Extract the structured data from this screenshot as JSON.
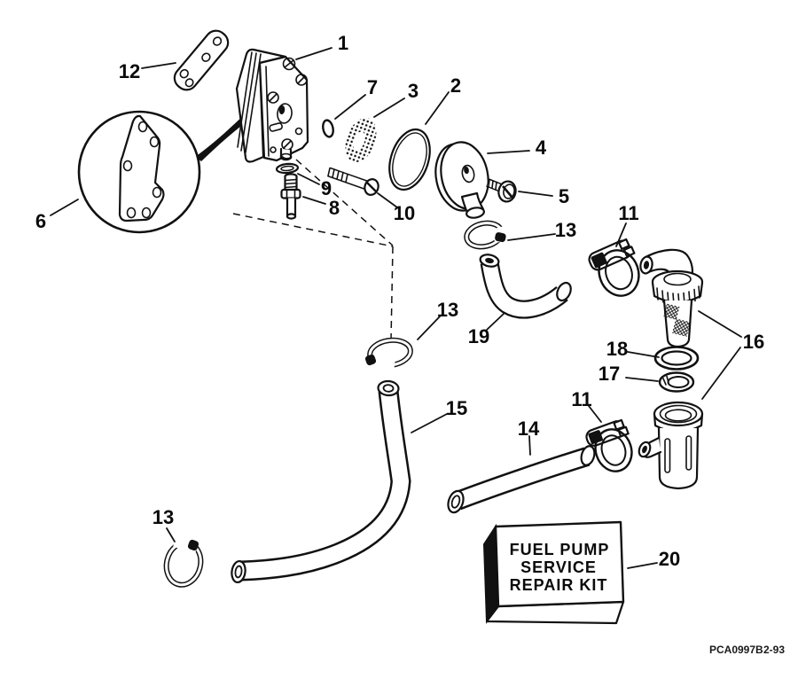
{
  "callouts": {
    "pump": "1",
    "gasket_ring": "2",
    "screen": "3",
    "cover": "4",
    "cover_screw": "5",
    "gasket_detail": "6",
    "oring_small": "7",
    "inlet_fitting": "8",
    "oring_outlet": "9",
    "mount_bolt": "10",
    "clamp_top": "11",
    "clamp_bottom": "11",
    "mount_gasket": "12",
    "clip_top": "13",
    "clip_mid": "13",
    "clip_bottom": "13",
    "hose_lower": "14",
    "hose_long": "15",
    "filter_assembly": "16",
    "seal_small": "17",
    "seal_large": "18",
    "hose_elbow": "19",
    "repair_kit": "20"
  },
  "kit_box": {
    "line1": "FUEL PUMP",
    "line2": "SERVICE",
    "line3": "REPAIR KIT"
  },
  "footer": {
    "part_code": "PCA0997B",
    "revision": "2-93"
  }
}
